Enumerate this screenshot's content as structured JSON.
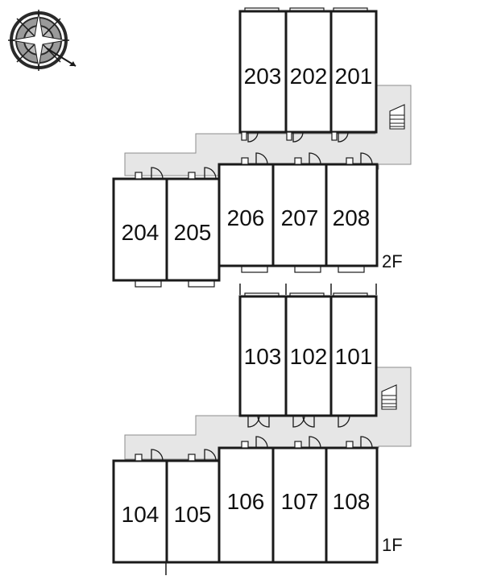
{
  "floors": [
    {
      "label": "2F",
      "rooms": [
        "203",
        "202",
        "201",
        "204",
        "205",
        "206",
        "207",
        "208"
      ]
    },
    {
      "label": "1F",
      "rooms": [
        "103",
        "102",
        "101",
        "104",
        "105",
        "106",
        "107",
        "108"
      ]
    }
  ],
  "compass": {
    "icon": "compass-rose-icon"
  }
}
